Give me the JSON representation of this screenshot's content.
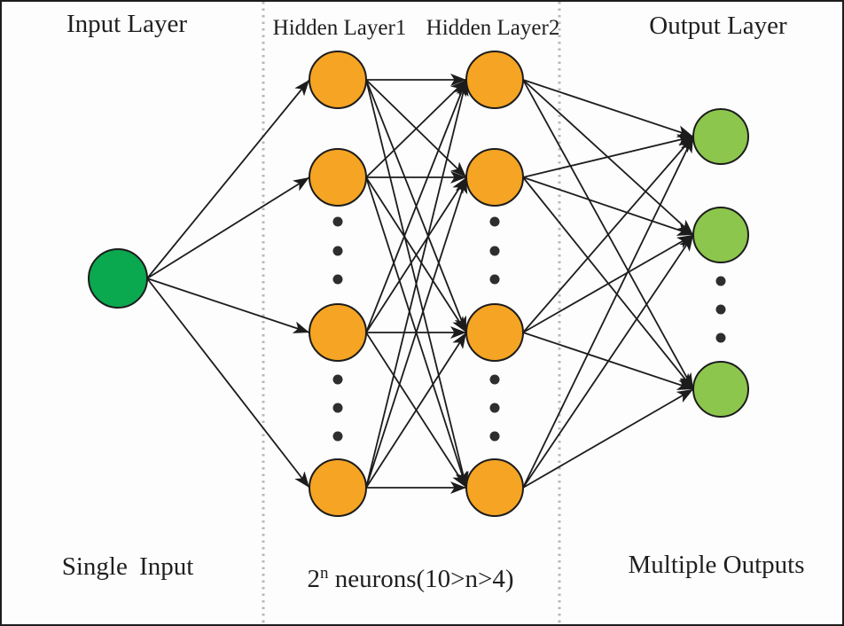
{
  "diagram_type": "feedforward-neural-network",
  "labels": {
    "input_layer": "Input Layer",
    "hidden_layer1": "Hidden Layer1",
    "hidden_layer2": "Hidden Layer2",
    "output_layer": "Output Layer",
    "single_input": "Single Input",
    "neurons_base": "2",
    "neurons_sup": "n",
    "neurons_rest": " neurons(10>n>4)",
    "multiple_outputs": "Multiple Outputs"
  },
  "colors": {
    "input_neuron": "#0aa84f",
    "hidden_neuron": "#f5a423",
    "output_neuron": "#8cc64d",
    "neuron_outline": "#1c1c1c",
    "line": "#1c1c1c",
    "dot": "#2e2e2e",
    "separator": "#b8b8b8",
    "text": "#1f1f1f"
  },
  "structure": {
    "layers": [
      {
        "name": "input",
        "visible_neurons": 1,
        "has_ellipsis": false
      },
      {
        "name": "hidden1",
        "visible_neurons": 4,
        "has_ellipsis": true
      },
      {
        "name": "hidden2",
        "visible_neurons": 4,
        "has_ellipsis": true
      },
      {
        "name": "output",
        "visible_neurons": 3,
        "has_ellipsis": true
      }
    ],
    "connections": [
      {
        "from": "input",
        "to": "hidden1",
        "fully_connected": true
      },
      {
        "from": "hidden1",
        "to": "hidden2",
        "fully_connected": true
      },
      {
        "from": "hidden2",
        "to": "output",
        "fully_connected": true
      }
    ]
  }
}
